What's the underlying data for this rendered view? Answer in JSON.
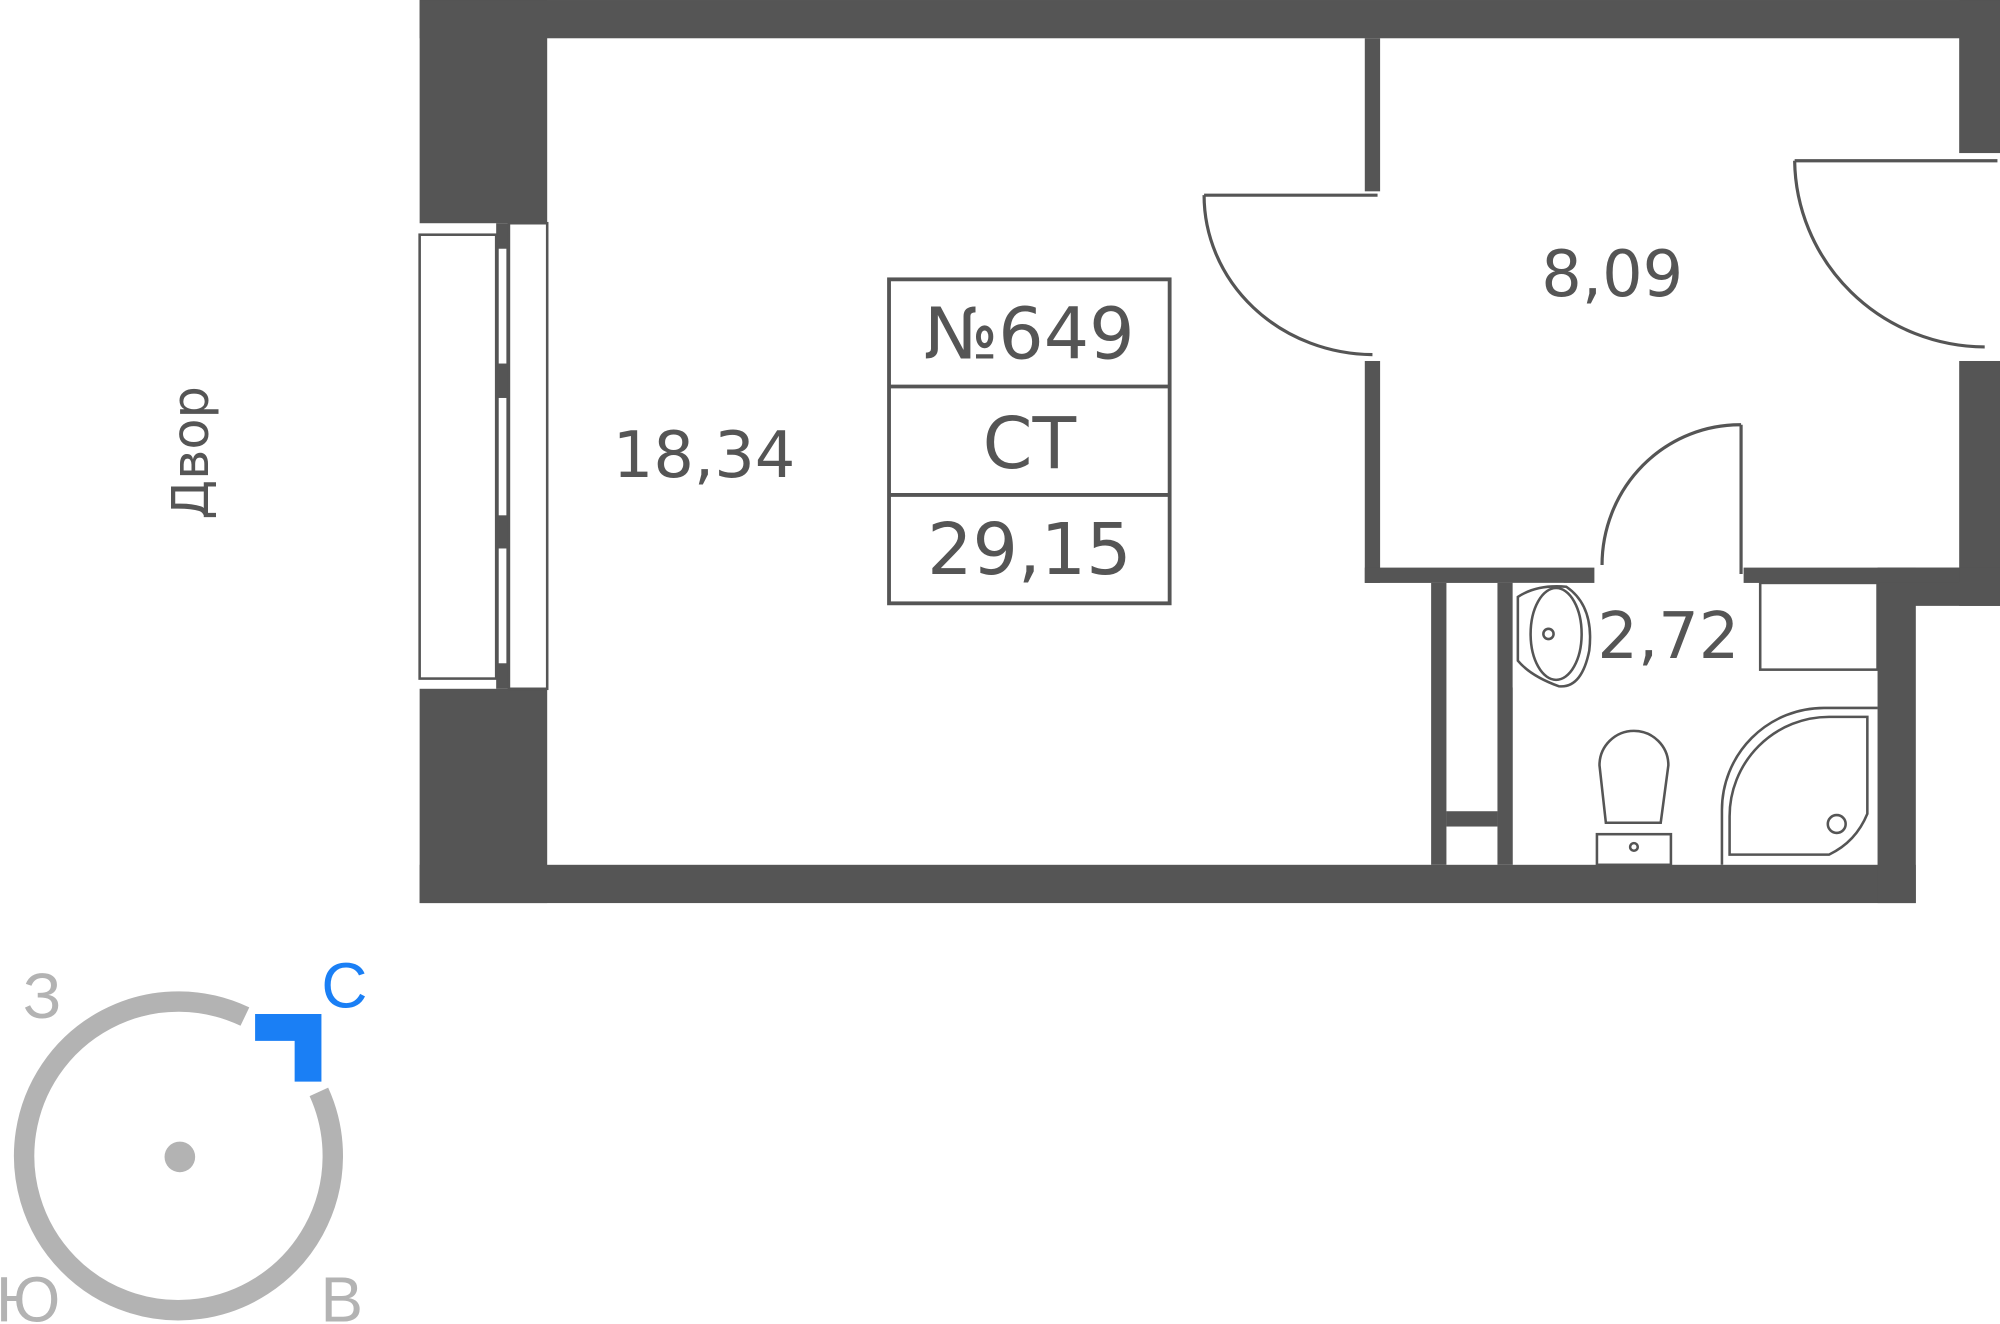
{
  "plan": {
    "apartment_number": "№649",
    "apartment_type": "СТ",
    "total_area": "29,15",
    "rooms": [
      {
        "name": "living-room",
        "area": "18,34"
      },
      {
        "name": "hallway",
        "area": "8,09"
      },
      {
        "name": "bathroom",
        "area": "2,72"
      }
    ],
    "outside_label": "Двор"
  },
  "compass": {
    "north": "С",
    "south": "Ю",
    "east": "В",
    "west": "З"
  },
  "colors": {
    "wall": "#555555",
    "accent": "#1a7ff5",
    "compass": "#b3b3b3"
  }
}
